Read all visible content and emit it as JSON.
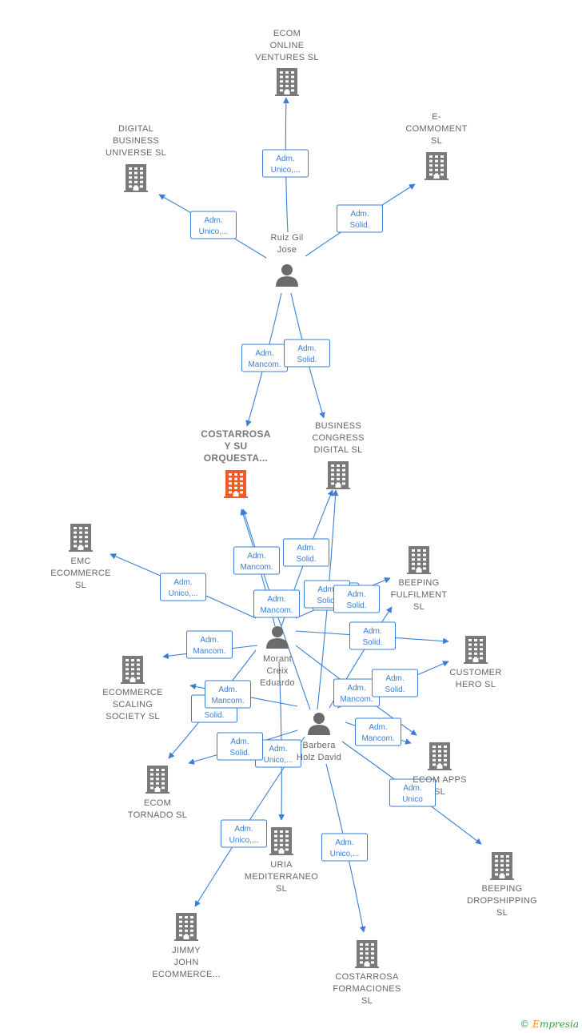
{
  "colors": {
    "edge": "#3a7fd6",
    "company_icon": "#7a7a7a",
    "main_company_icon": "#f05a28",
    "person_icon": "#6b6b6b",
    "brand_green": "#3aa14a",
    "brand_orange": "#f08a1c"
  },
  "nodes": [
    {
      "id": "ecom_online",
      "type": "company",
      "icon": "building-icon",
      "label": [
        "ECOM",
        "ONLINE",
        "VENTURES  SL"
      ]
    },
    {
      "id": "digital_business",
      "type": "company",
      "icon": "building-icon",
      "label": [
        "DIGITAL",
        "BUSINESS",
        "UNIVERSE  SL"
      ]
    },
    {
      "id": "e_commoment",
      "type": "company",
      "icon": "building-icon",
      "label": [
        "E-",
        "COMMOMENT",
        "SL"
      ]
    },
    {
      "id": "ruiz_gil",
      "type": "person",
      "icon": "person-icon",
      "label": [
        "Ruiz Gil",
        "Jose"
      ]
    },
    {
      "id": "costarrosa",
      "type": "main",
      "icon": "building-icon",
      "label": [
        "COSTARROSA",
        "Y SU",
        "ORQUESTA..."
      ]
    },
    {
      "id": "business_congress",
      "type": "company",
      "icon": "building-icon",
      "label": [
        "BUSINESS",
        "CONGRESS",
        "DIGITAL  SL"
      ]
    },
    {
      "id": "emc",
      "type": "company",
      "icon": "building-icon",
      "label": [
        "EMC",
        "ECOMMERCE",
        "SL"
      ]
    },
    {
      "id": "beeping_fulfilment",
      "type": "company",
      "icon": "building-icon",
      "label": [
        "BEEPING",
        "FULFILMENT",
        "SL"
      ]
    },
    {
      "id": "morant",
      "type": "person",
      "icon": "person-icon",
      "label": [
        "Morant",
        "Creix",
        "Eduardo"
      ]
    },
    {
      "id": "customer_hero",
      "type": "company",
      "icon": "building-icon",
      "label": [
        "CUSTOMER",
        "HERO  SL"
      ]
    },
    {
      "id": "ecommerce_scaling",
      "type": "company",
      "icon": "building-icon",
      "label": [
        "ECOMMERCE",
        "SCALING",
        "SOCIETY  SL"
      ]
    },
    {
      "id": "barbera",
      "type": "person",
      "icon": "person-icon",
      "label": [
        "Barbera",
        "Holz David"
      ]
    },
    {
      "id": "ecom_apps",
      "type": "company",
      "icon": "building-icon",
      "label": [
        "ECOM APPS",
        "SL"
      ]
    },
    {
      "id": "ecom_tornado",
      "type": "company",
      "icon": "building-icon",
      "label": [
        "ECOM",
        "TORNADO  SL"
      ]
    },
    {
      "id": "uria",
      "type": "company",
      "icon": "building-icon",
      "label": [
        "URIA",
        "MEDITERRANEO",
        "SL"
      ]
    },
    {
      "id": "beeping_dropshipping",
      "type": "company",
      "icon": "building-icon",
      "label": [
        "BEEPING",
        "DROPSHIPPING",
        "SL"
      ]
    },
    {
      "id": "jimmy_john",
      "type": "company",
      "icon": "building-icon",
      "label": [
        "JIMMY",
        "JOHN",
        "ECOMMERCE..."
      ]
    },
    {
      "id": "costarrosa_formaciones",
      "type": "company",
      "icon": "building-icon",
      "label": [
        "COSTARROSA",
        "FORMACIONES",
        "SL"
      ]
    }
  ],
  "edges": [
    {
      "from": "ruiz_gil",
      "to": "ecom_online",
      "label": [
        "Adm.",
        "Unico,..."
      ]
    },
    {
      "from": "ruiz_gil",
      "to": "digital_business",
      "label": [
        "Adm.",
        "Unico,..."
      ]
    },
    {
      "from": "ruiz_gil",
      "to": "e_commoment",
      "label": [
        "Adm.",
        "Solid."
      ]
    },
    {
      "from": "ruiz_gil",
      "to": "costarrosa",
      "label": [
        "Adm.",
        "Mancom."
      ]
    },
    {
      "from": "ruiz_gil",
      "to": "business_congress",
      "label": [
        "Adm.",
        "Solid."
      ]
    },
    {
      "from": "morant",
      "to": "costarrosa",
      "label": [
        "Adm.",
        "Mancom."
      ]
    },
    {
      "from": "morant",
      "to": "business_congress",
      "label": [
        "Adm.",
        "Solid."
      ]
    },
    {
      "from": "morant",
      "to": "emc",
      "label": [
        "Adm.",
        "Unico,..."
      ]
    },
    {
      "from": "morant",
      "to": "beeping_fulfilment",
      "label": [
        "Adm.",
        "Solid."
      ]
    },
    {
      "from": "morant",
      "to": "customer_hero",
      "label": [
        "Adm.",
        "Solid."
      ]
    },
    {
      "from": "morant",
      "to": "ecommerce_scaling",
      "label": [
        "Adm.",
        "Mancom."
      ]
    },
    {
      "from": "morant",
      "to": "ecom_tornado",
      "label": [
        "Adm.",
        "Solid."
      ]
    },
    {
      "from": "morant",
      "to": "ecom_apps",
      "label": [
        "Adm.",
        "Mancom."
      ]
    },
    {
      "from": "morant",
      "to": "uria",
      "label": [
        "Adm.",
        "Unico,..."
      ]
    },
    {
      "from": "barbera",
      "to": "costarrosa",
      "label": [
        "Adm.",
        "Mancom."
      ]
    },
    {
      "from": "barbera",
      "to": "business_congress",
      "label": [
        "Adm.",
        "Solid."
      ]
    },
    {
      "from": "barbera",
      "to": "beeping_fulfilment",
      "label": [
        "Adm.",
        "Solid."
      ]
    },
    {
      "from": "barbera",
      "to": "customer_hero",
      "label": [
        "Adm.",
        "Solid."
      ]
    },
    {
      "from": "barbera",
      "to": "ecommerce_scaling",
      "label": [
        "Adm.",
        "Mancom."
      ]
    },
    {
      "from": "barbera",
      "to": "ecom_tornado",
      "label": [
        "Adm.",
        "Solid."
      ]
    },
    {
      "from": "barbera",
      "to": "ecom_apps",
      "label": [
        "Adm.",
        "Mancom."
      ]
    },
    {
      "from": "barbera",
      "to": "beeping_dropshipping",
      "label": [
        "Adm.",
        "Unico"
      ]
    },
    {
      "from": "barbera",
      "to": "jimmy_john",
      "label": [
        "Adm.",
        "Unico,..."
      ]
    },
    {
      "from": "barbera",
      "to": "costarrosa_formaciones",
      "label": [
        "Adm.",
        "Unico,..."
      ]
    }
  ],
  "footer": {
    "copyright_symbol": "©",
    "brand_first": "E",
    "brand_rest": "mpresia"
  }
}
